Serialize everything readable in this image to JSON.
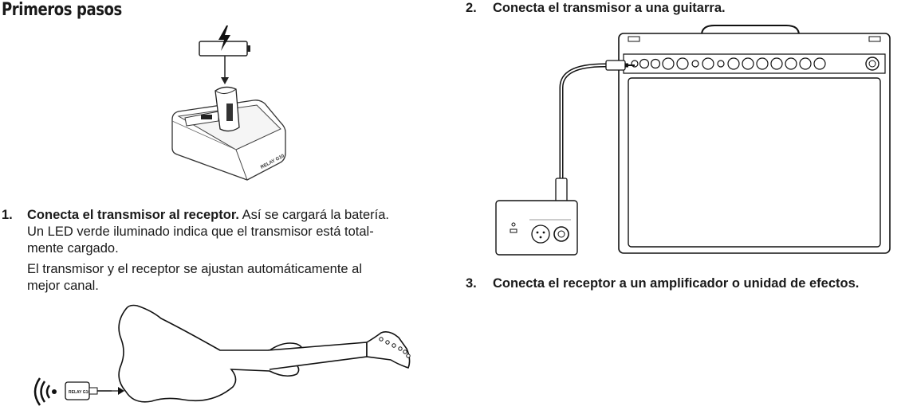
{
  "title": "Primeros pasos",
  "step1": {
    "number": "1.",
    "heading": "Conecta el transmisor al receptor.",
    "text_after_heading": " Así se cargará la batería.",
    "line2": "Un LED verde iluminado indica que el transmisor está total-",
    "line3": "mente cargado.",
    "paragraph2_line1": "El transmisor y el receptor se ajustan automáticamente al",
    "paragraph2_line2": "mejor canal."
  },
  "step2": {
    "number": "2.",
    "heading": "Conecta el transmisor a una guitarra."
  },
  "step3": {
    "number": "3.",
    "heading": "Conecta el receptor a un amplificador o unidad de efectos."
  },
  "device_labels": {
    "charger_brand": "RELAY G10",
    "transmitter_brand": "RELAY G10"
  },
  "icons": [
    "battery-charging-icon",
    "wireless-signal-icon"
  ]
}
